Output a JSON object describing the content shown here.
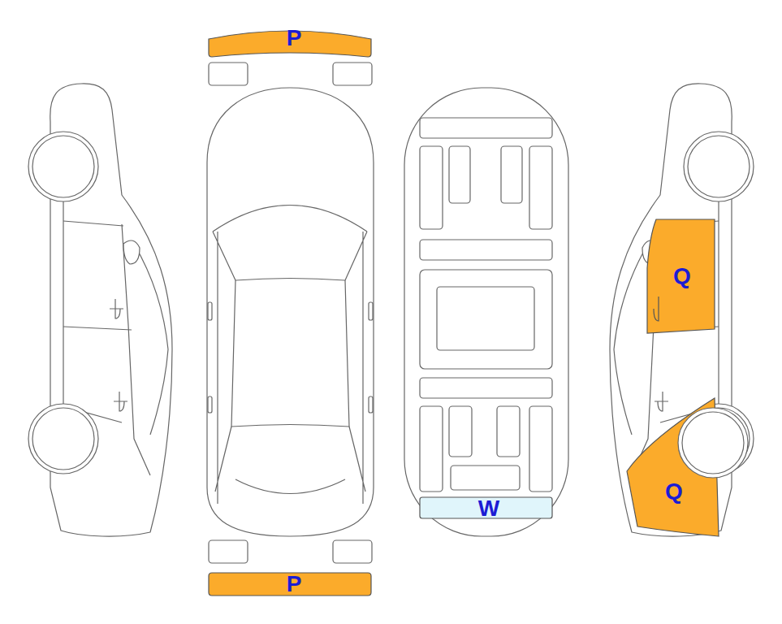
{
  "diagram": {
    "nodes": [
      {
        "text": [
          "P"
        ]
      },
      {
        "text": [
          "Q"
        ]
      },
      {
        "text": [
          "Q"
        ]
      },
      {
        "text": [
          "W"
        ]
      },
      {
        "text": [
          "P"
        ]
      }
    ]
  }
}
